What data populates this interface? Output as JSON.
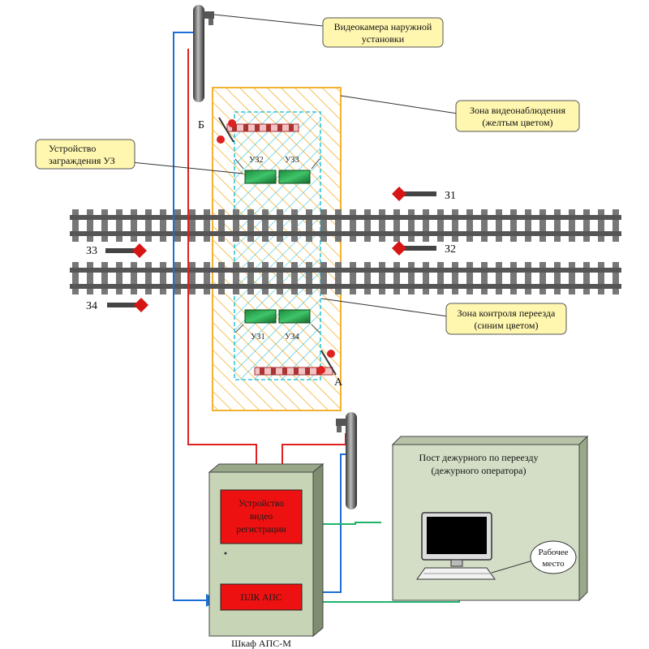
{
  "callouts": {
    "camera_top": [
      "Видеокамера наружной",
      "установки"
    ],
    "video_zone": [
      "Зона видеонаблюдения",
      "(желтым цветом)"
    ],
    "barrier_device": [
      "Устройство",
      "заграждения УЗ"
    ],
    "crossing_zone": [
      "Зона контроля переезда",
      "(синим цветом)"
    ]
  },
  "signals": {
    "z1": "З1",
    "z2": "З2",
    "z3": "З3",
    "z4": "З4"
  },
  "barrier_labels": {
    "uz1": "УЗ1",
    "uz2": "УЗ2",
    "uz3": "УЗ3",
    "uz4": "УЗ4"
  },
  "gates": {
    "b": "Б",
    "a": "А"
  },
  "cabinet": {
    "video_recorder": [
      "Устройство",
      "видео",
      "регистрации"
    ],
    "plk": "ПЛК АПС",
    "caption": "Шкаф АПС-М"
  },
  "post": {
    "title": [
      "Пост дежурного по переезду",
      "(дежурного оператора)"
    ],
    "workstation": [
      "Рабочее",
      "место"
    ]
  },
  "colors": {
    "video_zone": "#f2b233",
    "crossing_zone": "#35c4d6",
    "power_line": "#e02020",
    "signal_line": "#1a6fd6",
    "data_line": "#1fb36a",
    "callout_fill": "#fff7b0",
    "device_red": "#ee1111",
    "barrier_green": "#1e8a3c"
  }
}
